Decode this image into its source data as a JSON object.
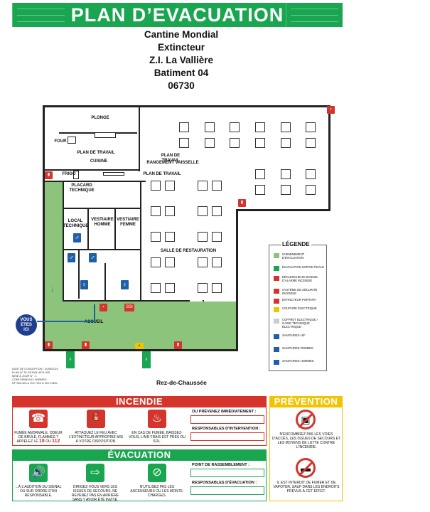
{
  "title": "PLAN  D’EVACUATION",
  "address": [
    "Cantine Mondial",
    "Extincteur",
    "Z.I. La Vallière",
    "Batiment 04",
    "06730"
  ],
  "plan_labels": {
    "plonge": "Plonge",
    "four": "Four",
    "plan_travail": "Plan de Travail",
    "cuisine": "Cuisine",
    "plan_travail_rangement": "Plan de Travail",
    "rangement": "Rangement Vaisselle",
    "frigo": "Frigo",
    "plan_travail_3": "Plan de Travail",
    "placard": "Placard Technique",
    "local_technique": "Local Technique",
    "vestiaire_homme": "Vestiaire Homme",
    "vestiaire_femme": "Vestiaire Femme",
    "salle": "Salle de Restauration",
    "accueil": "Accueil",
    "vous_etes_ici": [
      "VOUS",
      "ETES",
      "ICI"
    ],
    "ssi": "SSI"
  },
  "legend": {
    "title": "LÉGENDE",
    "items": [
      {
        "label": "Cheminement d'évacuation",
        "color": "#8bc47a"
      },
      {
        "label": "Évacuation sortie finale",
        "color": "#1aa650"
      },
      {
        "label": "Déclencheur manuel d'alarme incendie",
        "color": "#d4342b"
      },
      {
        "label": "Système de sécurité incendie",
        "color": "#d4342b"
      },
      {
        "label": "Extincteur portatif",
        "color": "#d4342b"
      },
      {
        "label": "Coupure électrique",
        "color": "#f2c300"
      },
      {
        "label": "Coffret électrique / gaine technique électrique",
        "color": "#cccccc"
      },
      {
        "label": "Sanitaires H/F",
        "color": "#1f5fa8"
      },
      {
        "label": "Sanitaires femmes",
        "color": "#1f5fa8"
      },
      {
        "label": "Sanitaires hommes",
        "color": "#1f5fa8"
      }
    ]
  },
  "info_lines": [
    "Date de conception : 21/06/2021",
    "Plan N° 75-CD7661-4674-305",
    "Mise à jour N° : 1",
    "Conforme aux normes :",
    "NF S60-303 & ISO 7010 & ISO 23601"
  ],
  "level": "Rez-de-Chaussée",
  "incendie": {
    "band": "INCENDIE",
    "actions": [
      {
        "text": "Fumée anormale, odeur de brûlé, flammes ? appelez le",
        "icon": "phone-icon"
      },
      {
        "text": "Attaquez le feu avec l'extincteur approprié mis à votre disposition.",
        "icon": "extinguisher-icon"
      },
      {
        "text": "En cas de fumée, baissez-vous, l'air frais est près du sol.",
        "icon": "smoke-icon"
      }
    ],
    "call_18": "18",
    "call_or": "ou",
    "call_112": "112",
    "field1": "Ou prévenez immédiatement :",
    "field2": "Responsables d'intervention :"
  },
  "evacuation": {
    "band": "ÉVACUATION",
    "actions": [
      {
        "text": "...à l'audition du signal ou sur ordre d'un responsable.",
        "icon": "alarm-icon"
      },
      {
        "text": "Dirigez-vous vers les issues de secours. Ne revenez pas en arrière sans y avoir été invité.",
        "icon": "exit-icon"
      },
      {
        "text": "N'utilisez pas les ascenseurs ou les monte-charges.",
        "icon": "stairs-icon"
      }
    ],
    "field1": "Point de rassemblement :",
    "field2": "Responsables d'évacuation :"
  },
  "prevention": {
    "band": "PRÉVENTION",
    "items": [
      {
        "text": "N'encombrez pas les voies d'accès, les issues de secours et les moyens de lutte contre l'incendie.",
        "icon": "no-obstruction-icon"
      },
      {
        "text": "Il est interdit de fumer et de vapoter, sauf dans les endroits prévus à cet effet.",
        "icon": "no-smoking-icon"
      }
    ]
  },
  "colors": {
    "green": "#1aa650",
    "red": "#d4342b",
    "yellow": "#f2c300",
    "path": "#8bc47a",
    "blue": "#1f5fa8"
  }
}
